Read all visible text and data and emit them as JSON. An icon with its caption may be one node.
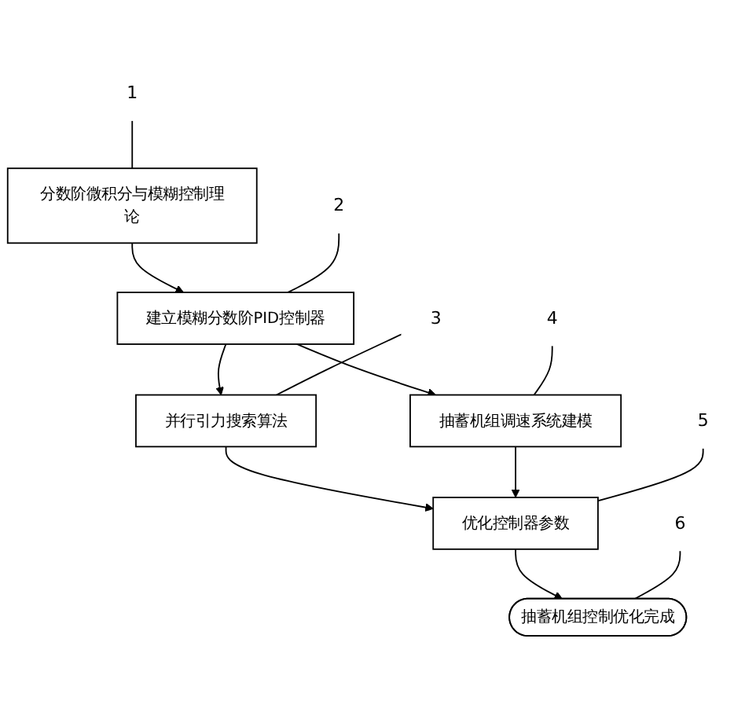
{
  "diagram": {
    "nodes": [
      {
        "text": [
          "1"
        ]
      },
      {
        "text": [
          "分数阶微积分与模糊控制理论"
        ]
      },
      {
        "text": [
          "2"
        ]
      },
      {
        "text": [
          "建立模糊分数阶PID控制器"
        ]
      },
      {
        "text": [
          "3"
        ]
      },
      {
        "text": [
          "并行引力搜索算法"
        ]
      },
      {
        "text": [
          "4"
        ]
      },
      {
        "text": [
          "抽蓄机组调速系统建模"
        ]
      },
      {
        "text": [
          "5"
        ]
      },
      {
        "text": [
          "优化控制器参数"
        ]
      },
      {
        "text": [
          "6"
        ]
      },
      {
        "text": [
          "抽蓄机组控制优化完成"
        ]
      }
    ],
    "edges": [
      {
        "from": 1,
        "to": 3,
        "arrow": "to"
      },
      {
        "from": 3,
        "to": 5,
        "arrow": "to"
      },
      {
        "from": 3,
        "to": 7,
        "arrow": "to"
      },
      {
        "from": 5,
        "to": 9,
        "arrow": "to"
      },
      {
        "from": 7,
        "to": 9,
        "arrow": "to"
      },
      {
        "from": 9,
        "to": 11,
        "arrow": "to"
      },
      {
        "from": 0,
        "to": 1,
        "arrow": "none"
      },
      {
        "from": 2,
        "to": 3,
        "arrow": "none"
      },
      {
        "from": 4,
        "to": 5,
        "arrow": "none"
      },
      {
        "from": 6,
        "to": 7,
        "arrow": "none"
      },
      {
        "from": 8,
        "to": 9,
        "arrow": "none"
      },
      {
        "from": 10,
        "to": 11,
        "arrow": "none"
      }
    ]
  }
}
